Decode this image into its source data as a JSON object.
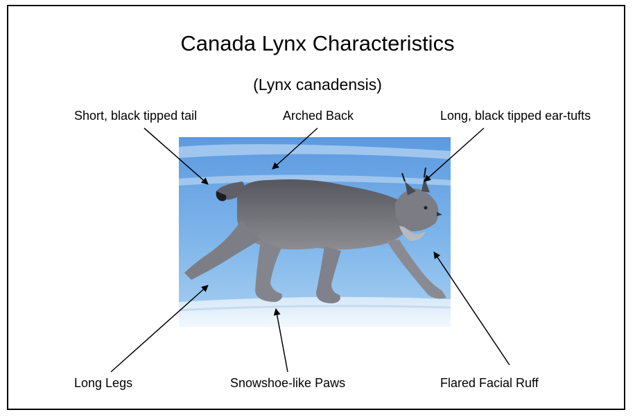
{
  "title": "Canada Lynx Characteristics",
  "subtitle": "(Lynx canadensis)",
  "labels": {
    "tail": "Short, black tipped tail",
    "back": "Arched Back",
    "ears": "Long, black tipped ear-tufts",
    "legs": "Long Legs",
    "paws": "Snowshoe-like Paws",
    "ruff": "Flared Facial Ruff"
  },
  "photo": {
    "subject": "canada-lynx-walking-on-snow",
    "colors": {
      "sky": "#6aa5e0",
      "snow": "#e6f1fb",
      "fur": "#6c6d74"
    }
  }
}
